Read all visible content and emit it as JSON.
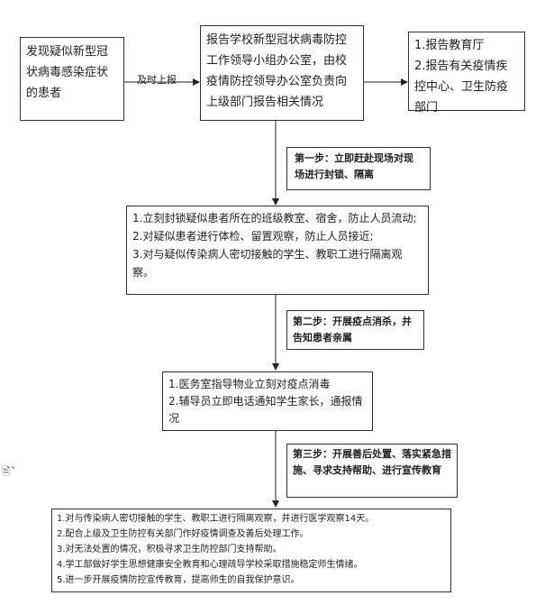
{
  "nodes": {
    "suspect": "发现疑似新型冠状病毒感染症状的患者",
    "report_office": "报告学校新型冠状病毒防控工作领导小组办公室，由校疫情防控领导办公室负责向上级部门报告相关情况",
    "report_targets": [
      "1.报告教育厅",
      "2.报告有关疫情疾控中心、卫生防疫部门"
    ],
    "step1_actions": [
      "1.立刻封锁疑似患者所在的班级教室、宿舍，防止人员流动;",
      "2.对疑似患者进行体检、留置观察，防止人员接近;",
      "3.对与疑似传染病人密切接触的学生、教职工进行隔离观察。"
    ],
    "step2_actions": [
      "1.医务室指导物业立刻对疫点消毒",
      "2.辅导员立即电话通知学生家长，通报情况"
    ],
    "step3_actions": [
      "1.对与传染病人密切接触的学生、教职工进行隔离观察，并进行医学观察14天。",
      "2.配合上级及卫生防控有关部门作好疫情调查及善后处理工作。",
      "3.对无法处置的情况，积极寻求卫生防控部门支持帮助。",
      "4.学工部做好学生思想健康安全教育和心理疏导学校采取措施稳定师生情绪。",
      "5.进一步开展疫情防控宣传教育，提高师生的自我保护意识。"
    ]
  },
  "edge_labels": {
    "report_timely": "及时上报"
  },
  "steps": {
    "step1": "第一步：立即赶赴现场对现场进行封锁、隔离",
    "step2": "第二步：开展疫点消杀，并告知患者亲属",
    "step3": "第三步：开展善后处置、落实紧急措施、寻求支持帮助、进行宣传教育"
  },
  "colors": {
    "border": "#333333",
    "arrow": "#222222"
  }
}
